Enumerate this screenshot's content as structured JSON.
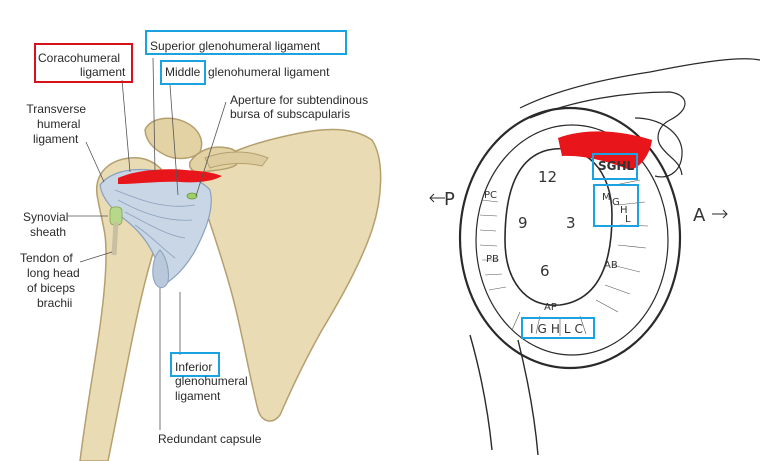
{
  "left_figure": {
    "labels": {
      "coracohumeral_1": "Coracohumeral",
      "coracohumeral_2": "ligament",
      "superior_ghl": "Superior glenohumeral ligament",
      "middle": "Middle",
      "middle_rest": "glenohumeral ligament",
      "aperture_1": "Aperture for subtendinous",
      "aperture_2": "bursa of subscapularis",
      "transverse_1": "Transverse",
      "transverse_2": "humeral",
      "transverse_3": "ligament",
      "synovial_1": "Synovial",
      "synovial_2": "sheath",
      "tendon_1": "Tendon of",
      "tendon_2": "long head",
      "tendon_3": "of biceps",
      "tendon_4": "brachii",
      "inferior": "Inferior",
      "inferior_2": "glenohumeral",
      "inferior_3": "ligament",
      "redundant": "Redundant capsule"
    }
  },
  "right_figure": {
    "labels": {
      "posterior": "P",
      "anterior": "A",
      "clock_12": "12",
      "clock_9": "9",
      "clock_3": "3",
      "clock_6": "6",
      "pc": "PC",
      "pb": "PB",
      "ab": "AB",
      "ap": "AP",
      "sghl": "SGHL",
      "mghl_m": "M",
      "mghl_g": "G",
      "mghl_h": "H",
      "mghl_l": "L",
      "ighlc": "IGHLC"
    }
  },
  "colors": {
    "highlight_blue": "#1aa3e0",
    "highlight_red": "#d8121b",
    "ligament_red": "#e8161b",
    "bone": "#e9dcb4",
    "ligament_blue": "#c9d6e6"
  }
}
